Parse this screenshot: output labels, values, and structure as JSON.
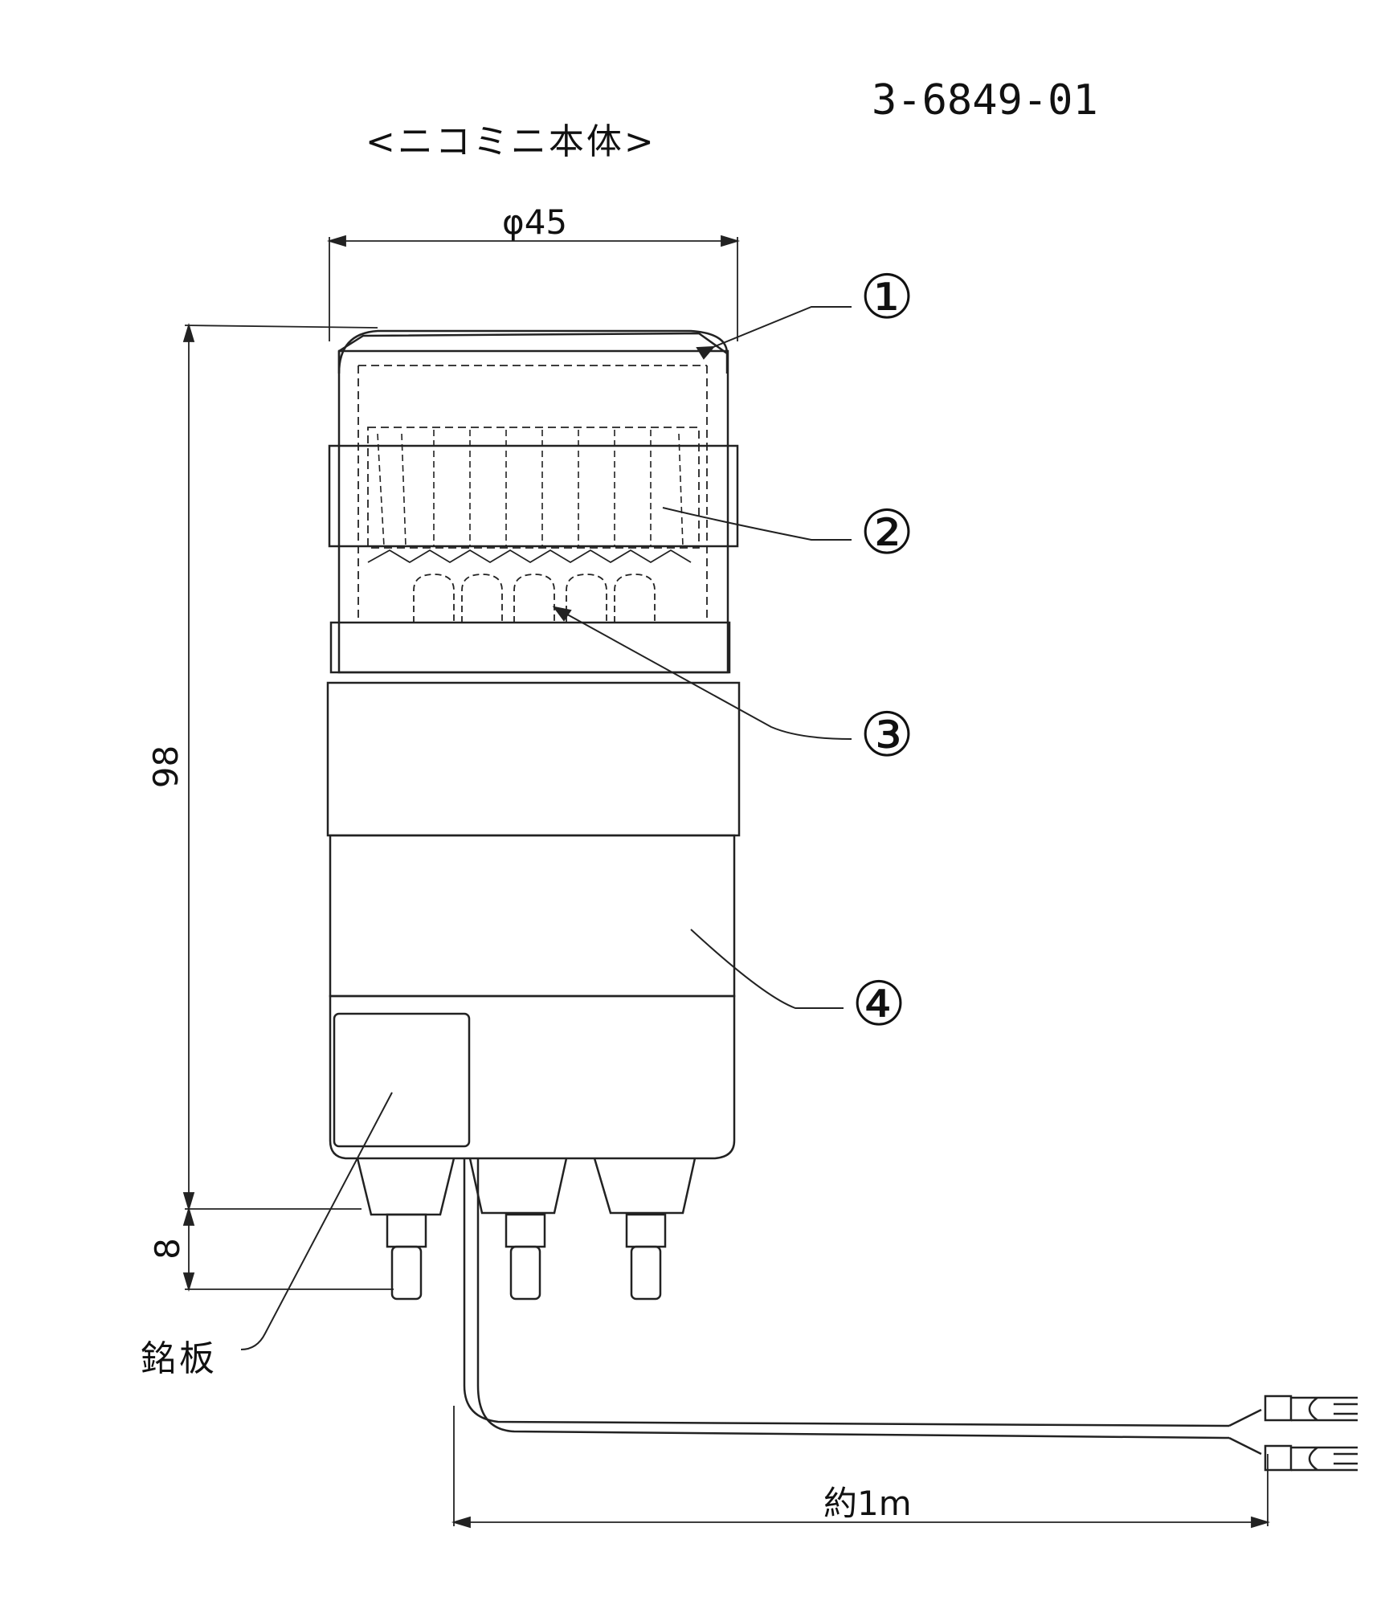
{
  "drawing_number": "3-6849-01",
  "title": "<ニコミニ本体>",
  "dimensions": {
    "diameter": "φ45",
    "height": "98",
    "terminal_length": "8",
    "cable_length": "約1m"
  },
  "callouts": [
    "①",
    "②",
    "③",
    "④"
  ],
  "nameplate_label": "銘板",
  "colors": {
    "line": "#222222",
    "background": "#ffffff"
  }
}
